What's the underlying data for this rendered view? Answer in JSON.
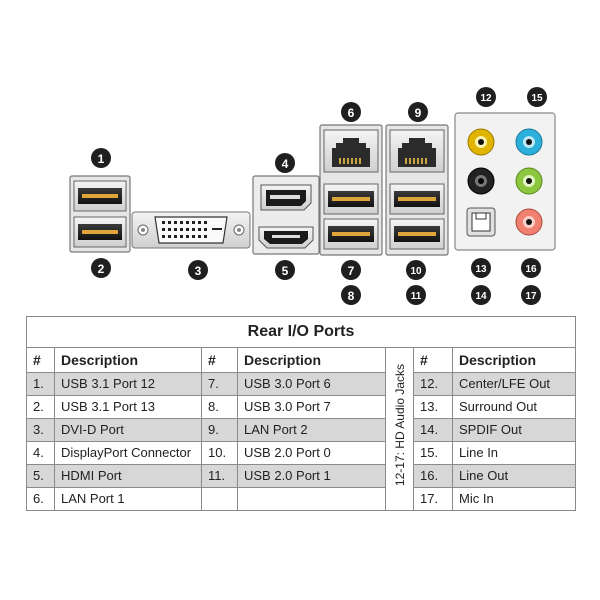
{
  "callouts": [
    "1",
    "2",
    "3",
    "4",
    "5",
    "6",
    "7",
    "8",
    "9",
    "10",
    "11",
    "12",
    "13",
    "14",
    "15",
    "16",
    "17"
  ],
  "table": {
    "title": "Rear I/O Ports",
    "headers": {
      "num": "#",
      "desc": "Description"
    },
    "vertical_label": "12-17: HD Audio Jacks",
    "left": [
      {
        "num": "1.",
        "desc": "USB 3.1 Port 12"
      },
      {
        "num": "2.",
        "desc": "USB 3.1 Port 13"
      },
      {
        "num": "3.",
        "desc": "DVI-D Port"
      },
      {
        "num": "4.",
        "desc": "DisplayPort Connector"
      },
      {
        "num": "5.",
        "desc": "HDMI Port"
      },
      {
        "num": "6.",
        "desc": "LAN Port 1"
      }
    ],
    "middle": [
      {
        "num": "7.",
        "desc": "USB 3.0 Port 6"
      },
      {
        "num": "8.",
        "desc": "USB 3.0 Port 7"
      },
      {
        "num": "9.",
        "desc": "LAN Port 2"
      },
      {
        "num": "10.",
        "desc": "USB 2.0 Port 0"
      },
      {
        "num": "11.",
        "desc": "USB 2.0 Port 1"
      },
      {
        "num": "",
        "desc": ""
      }
    ],
    "right": [
      {
        "num": "12.",
        "desc": "Center/LFE Out"
      },
      {
        "num": "13.",
        "desc": "Surround Out"
      },
      {
        "num": "14.",
        "desc": "SPDIF Out"
      },
      {
        "num": "15.",
        "desc": "Line In"
      },
      {
        "num": "16.",
        "desc": "Line Out"
      },
      {
        "num": "17.",
        "desc": "Mic In"
      }
    ]
  },
  "colors": {
    "callout": "#1f1f1f",
    "jack_center_lfe": "#e0b400",
    "jack_line_in": "#2bb0dc",
    "jack_surround": "#222222",
    "jack_line_out": "#8dc63f",
    "jack_mic_in": "#f08070",
    "row_shade": "#d7d7d7"
  }
}
